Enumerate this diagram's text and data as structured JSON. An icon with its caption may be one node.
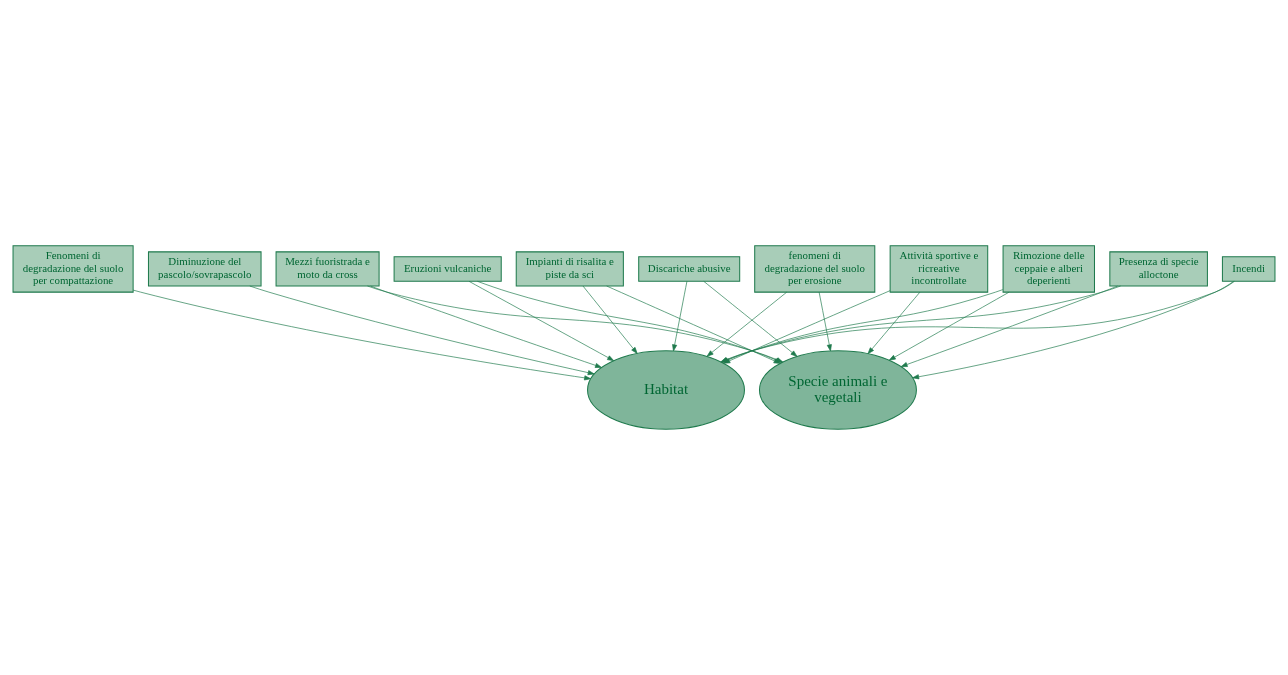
{
  "diagram": {
    "nodes": [
      {
        "text": [
          "Diminuzione del pascolo/sovrapascolo"
        ]
      },
      {
        "text": [
          "Rimozione delle ceppaie e alberi deperienti"
        ]
      },
      {
        "text": [
          "Presenza di specie alloctone"
        ]
      },
      {
        "text": [
          "Incendi"
        ]
      },
      {
        "text": [
          "Mezzi fuoristrada e moto da cross"
        ]
      },
      {
        "text": [
          "Habitat"
        ]
      },
      {
        "text": [
          "Eruzioni vulcaniche"
        ]
      },
      {
        "text": [
          "Specie animali e vegetali"
        ]
      },
      {
        "text": [
          "Fenomeni di degradazione del suolo per compattazione"
        ]
      },
      {
        "text": [
          "Impianti di risalita e piste da sci"
        ]
      },
      {
        "text": [
          "Discariche abusive"
        ]
      },
      {
        "text": [
          "fenomeni di degradazione del suolo per erosione"
        ]
      },
      {
        "text": [
          "Attività sportive e ricreative incontrollate"
        ]
      }
    ],
    "edges": [
      {
        "from": 0,
        "to": 5,
        "arrow": "to"
      },
      {
        "from": 3,
        "to": 5,
        "arrow": "to"
      },
      {
        "from": 3,
        "to": 7,
        "arrow": "to"
      },
      {
        "from": 1,
        "to": 5,
        "arrow": "to"
      },
      {
        "from": 1,
        "to": 7,
        "arrow": "to"
      },
      {
        "from": 2,
        "to": 7,
        "arrow": "to"
      },
      {
        "from": 2,
        "to": 5,
        "arrow": "to"
      },
      {
        "from": 4,
        "to": 5,
        "arrow": "to"
      },
      {
        "from": 4,
        "to": 7,
        "arrow": "to"
      },
      {
        "from": 6,
        "to": 5,
        "arrow": "to"
      },
      {
        "from": 6,
        "to": 7,
        "arrow": "to"
      },
      {
        "from": 8,
        "to": 5,
        "arrow": "to"
      },
      {
        "from": 9,
        "to": 5,
        "arrow": "to"
      },
      {
        "from": 9,
        "to": 7,
        "arrow": "to"
      },
      {
        "from": 10,
        "to": 5,
        "arrow": "to"
      },
      {
        "from": 10,
        "to": 7,
        "arrow": "to"
      },
      {
        "from": 11,
        "to": 5,
        "arrow": "to"
      },
      {
        "from": 11,
        "to": 7,
        "arrow": "to"
      },
      {
        "from": 12,
        "to": 5,
        "arrow": "to"
      },
      {
        "from": 12,
        "to": 7,
        "arrow": "to"
      }
    ]
  }
}
